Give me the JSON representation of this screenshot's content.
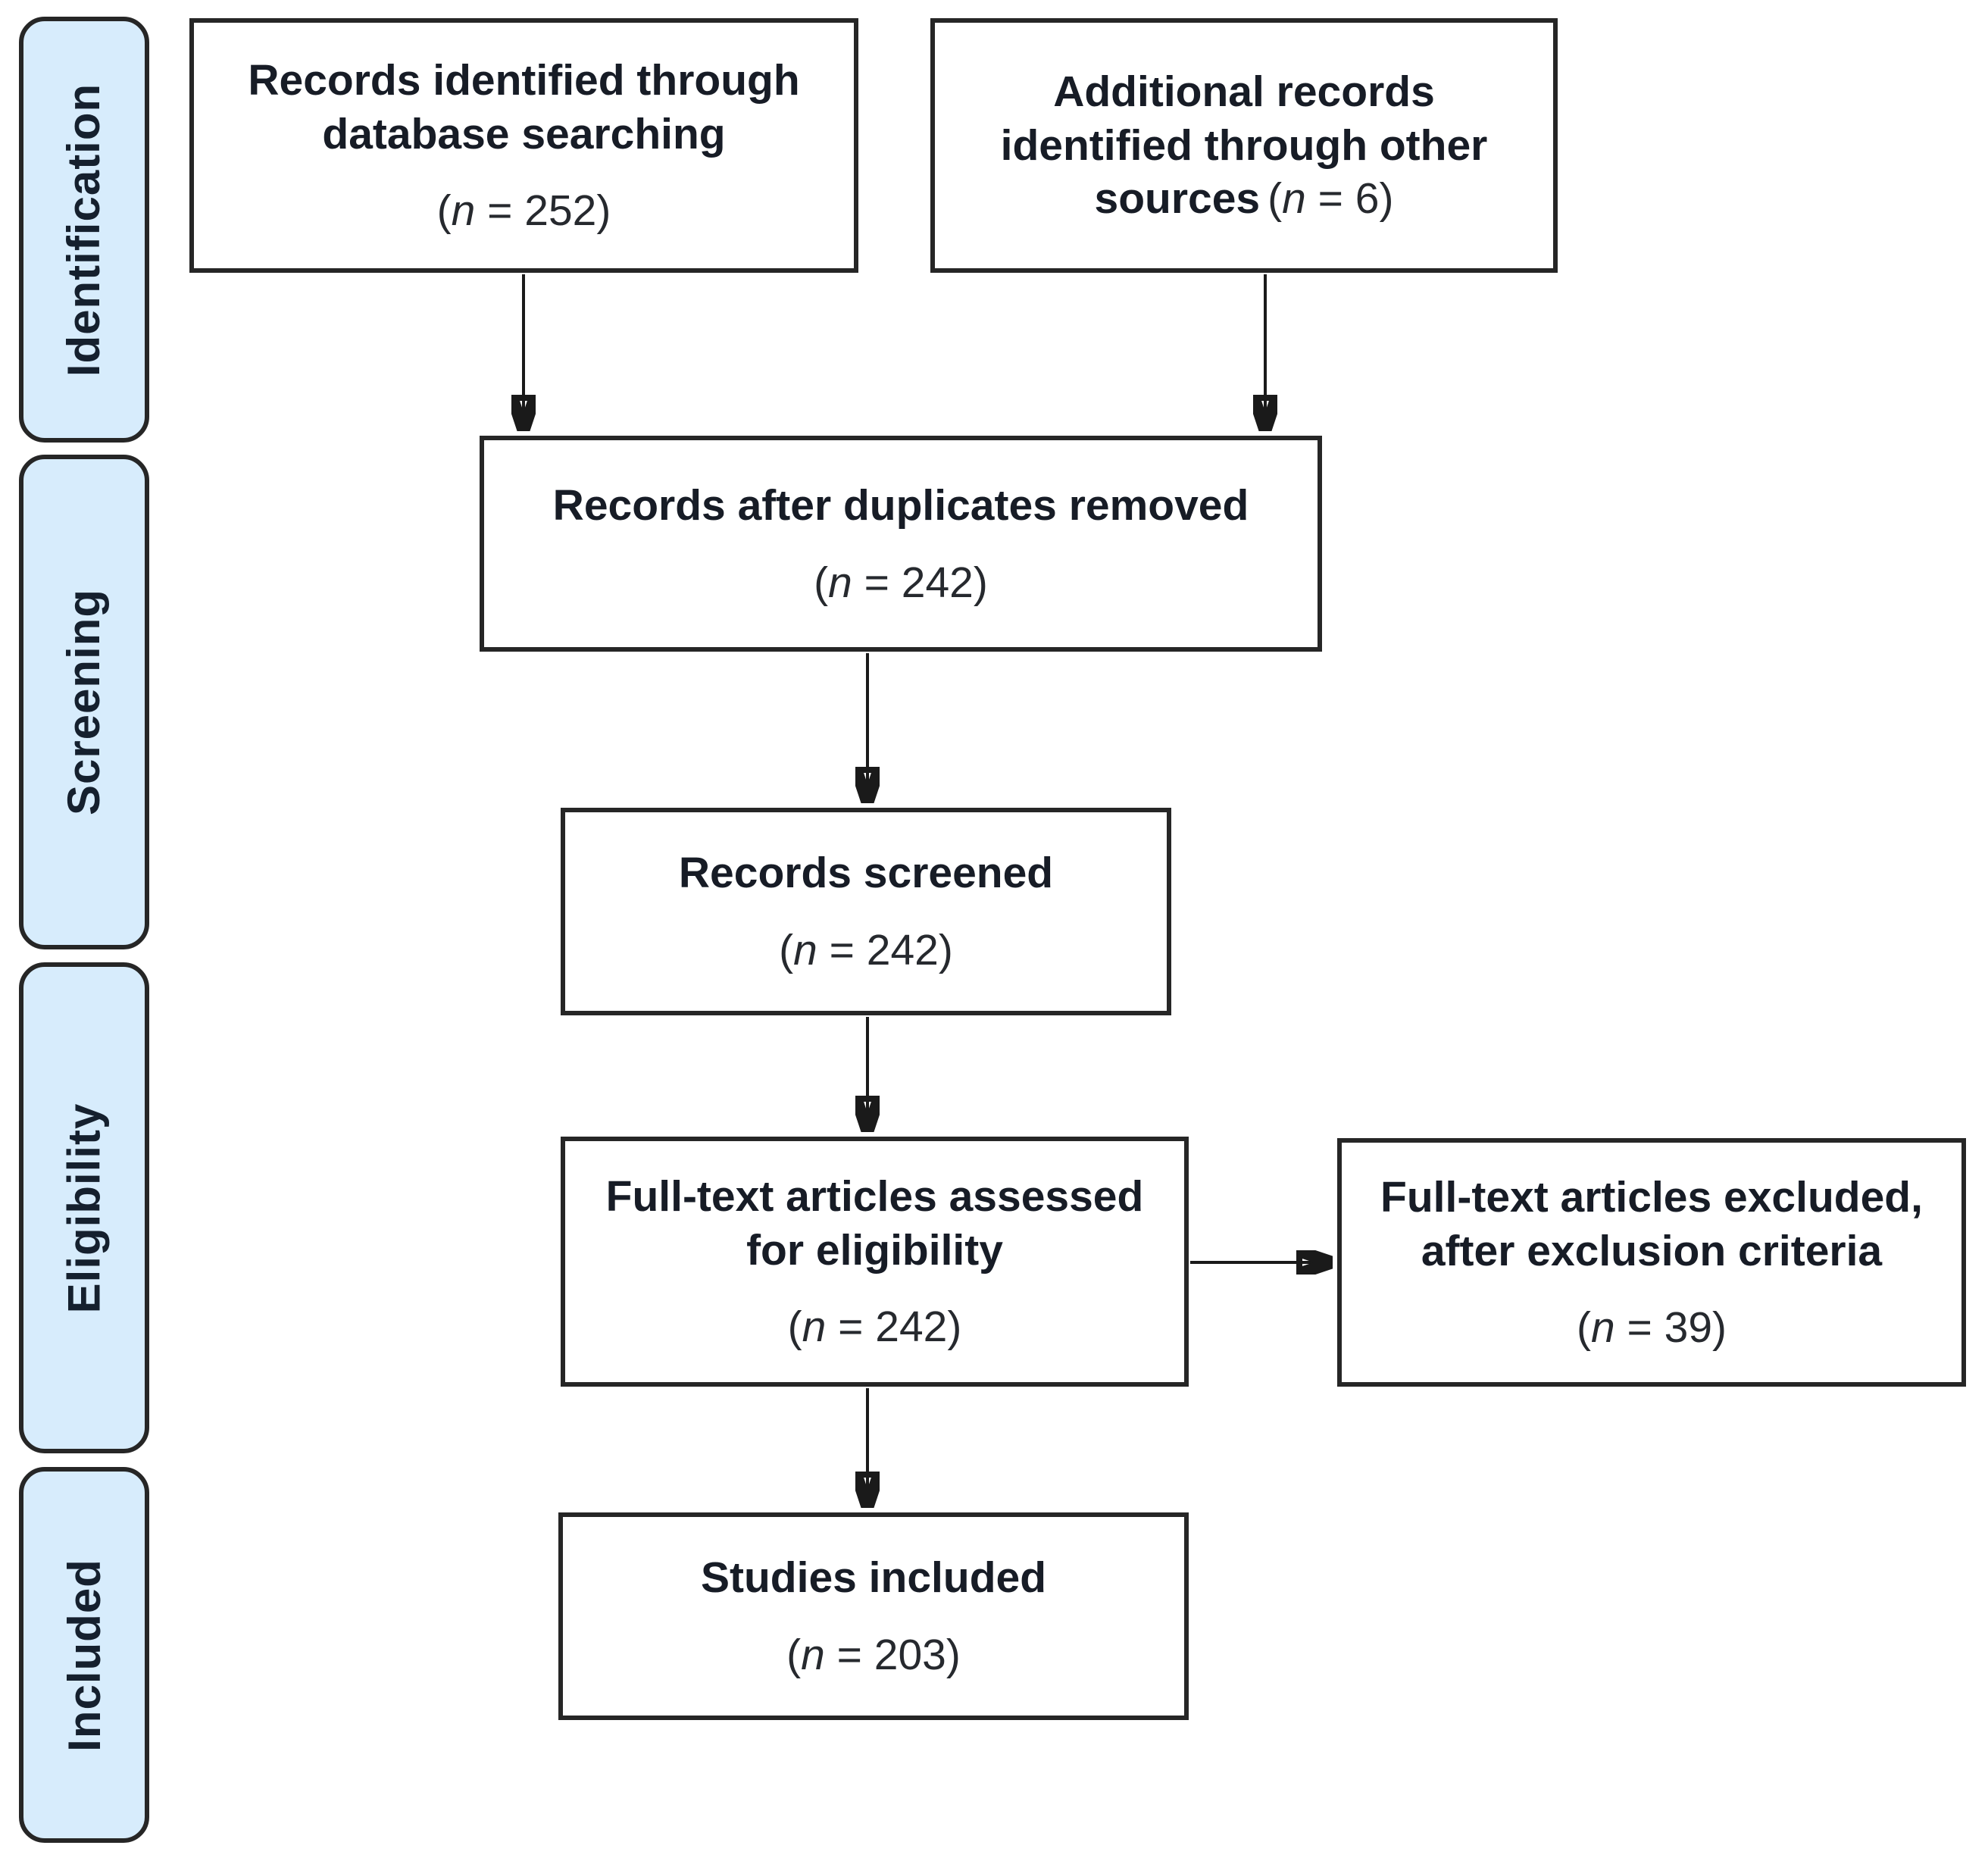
{
  "diagram": {
    "kind": "prisma-flow",
    "background": "#ffffff"
  },
  "colors": {
    "stage_fill": "#d7ecfc",
    "stage_border": "#262626",
    "node_fill": "#ffffff",
    "node_border": "#262626",
    "label_text": "#171c26",
    "count_text": "#26292e",
    "arrow": "#1a1a1a"
  },
  "sidebar": {
    "stages": [
      {
        "label": "Identification"
      },
      {
        "label": "Screening"
      },
      {
        "label": "Eligibility"
      },
      {
        "label": "Included"
      }
    ]
  },
  "nodes": {
    "records_identified": {
      "line1": "Records identified through",
      "line2": "database searching",
      "count": {
        "open": "(",
        "var": "n",
        "rest": " = 252)"
      }
    },
    "additional_records": {
      "line1": "Additional records",
      "line2": "identified through other",
      "line3": "sources",
      "count": {
        "open": "(",
        "var": "n",
        "rest": " = 6)"
      }
    },
    "duplicates_removed": {
      "line1": "Records after duplicates removed",
      "count": {
        "open": "(",
        "var": "n",
        "rest": " = 242)"
      }
    },
    "records_screened": {
      "line1": "Records screened",
      "count": {
        "open": "(",
        "var": "n",
        "rest": " = 242)"
      }
    },
    "fulltext_assessed": {
      "line1": "Full-text articles assessed",
      "line2": "for eligibility",
      "count": {
        "open": "(",
        "var": "n",
        "rest": " = 242)"
      }
    },
    "fulltext_excluded": {
      "line1": "Full-text articles excluded,",
      "line2": "after exclusion criteria",
      "count": {
        "open": "(",
        "var": "n",
        "rest": " = 39)"
      }
    },
    "studies_included": {
      "line1": "Studies included",
      "count": {
        "open": "(",
        "var": "n",
        "rest": " = 203)"
      }
    }
  }
}
